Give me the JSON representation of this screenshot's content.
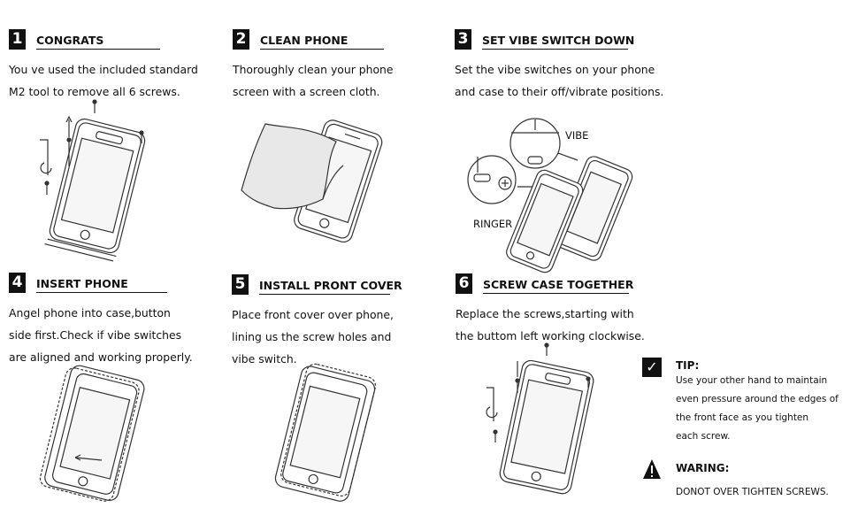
{
  "steps": [
    {
      "num": "1",
      "title": "CONGRATS",
      "lines": [
        "You ve used the included standard",
        "M2 tool to remove all 6 screws."
      ]
    },
    {
      "num": "2",
      "title": "CLEAN PHONE",
      "lines": [
        "Thoroughly clean your phone",
        "screen with a screen cloth."
      ]
    },
    {
      "num": "3",
      "title": "SET VIBE SWITCH DOWN",
      "lines": [
        "Set the vibe switches on your phone",
        "and case to their off/vibrate positions."
      ]
    },
    {
      "num": "4",
      "title": "INSERT PHONE",
      "lines": [
        "Angel phone into case,button",
        "side first.Check if vibe switches",
        "are aligned and working properly."
      ]
    },
    {
      "num": "5",
      "title": "INSTALL PRONT COVER",
      "lines": [
        "Place front cover over phone,",
        "lining us the screw holes and",
        "vibe switch."
      ]
    },
    {
      "num": "6",
      "title": "SCREW CASE TOGETHER",
      "lines": [
        "Replace the screws,starting with",
        "the buttom left working clockwise."
      ]
    }
  ],
  "labels": {
    "vibe": "VIBE",
    "ringer": "RINGER"
  },
  "tip": {
    "title": "TIP:",
    "lines": [
      "Use your other hand to maintain",
      "even pressure around the edges of",
      "the front face as you tighten",
      "each screw."
    ],
    "icon": "checkmark-icon"
  },
  "warning": {
    "title": "WARING:",
    "text": "DONOT OVER TIGHTEN SCREWS.",
    "icon": "warning-triangle-icon"
  }
}
